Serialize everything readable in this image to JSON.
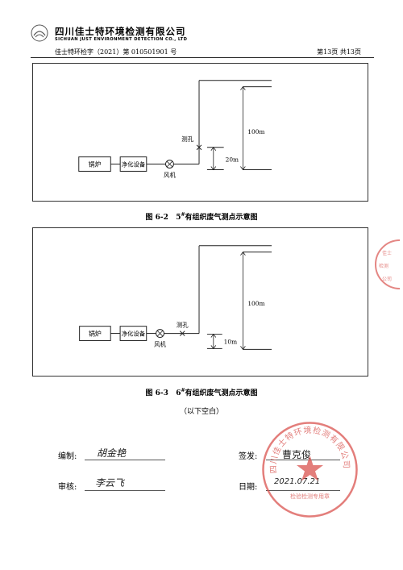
{
  "header": {
    "company_cn": "四川佳士特环境检测有限公司",
    "company_en": "SICHUAN JUST ENVIRONMENT DETECTION CO., LTD",
    "report_no": "佳士特环检字（2021）第 010501901 号",
    "page": "第13页 共13页"
  },
  "figure_top": {
    "caption_prefix": "图 6-2",
    "caption_num": "5",
    "caption_sup": "#",
    "caption_text": "有组织废气测点示意图",
    "boiler": "锅炉",
    "purifier": "净化设备",
    "fan": "风机",
    "test_hole": "测孔",
    "height_total": "100m",
    "height_hole": "20m"
  },
  "figure_bottom": {
    "caption_prefix": "图 6-3",
    "caption_num": "6",
    "caption_sup": "#",
    "caption_text": "有组织废气测点示意图",
    "boiler": "锅炉",
    "purifier": "净化设备",
    "fan": "风机",
    "test_hole": "测孔",
    "height_total": "100m",
    "height_hole": "10m"
  },
  "blank_note": "（以下空白）",
  "signatures": {
    "compiled_label": "编制:",
    "compiled_sign": "胡金艳",
    "reviewed_label": "审核:",
    "reviewed_sign": "李云飞",
    "issued_label": "签发:",
    "issued_sign": "曹克俊",
    "date_label": "日期:",
    "date_value": "2021.07.21"
  },
  "stamp": {
    "text": "四川佳士特环境检测有限公司",
    "sub": "检验检测专用章"
  },
  "colors": {
    "stamp_red": "#d9534f",
    "line": "#222222"
  }
}
